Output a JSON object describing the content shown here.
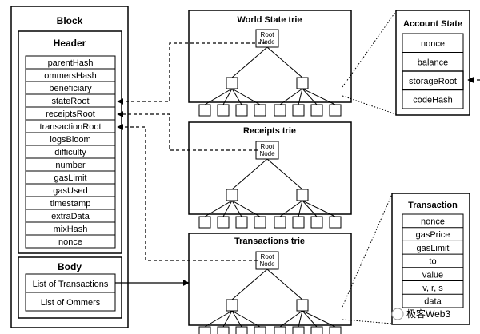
{
  "block": {
    "title": "Block",
    "header": {
      "title": "Header",
      "fields": [
        "parentHash",
        "ommersHash",
        "beneficiary",
        "stateRoot",
        "receiptsRoot",
        "transactionRoot",
        "logsBloom",
        "difficulty",
        "number",
        "gasLimit",
        "gasUsed",
        "timestamp",
        "extraData",
        "mixHash",
        "nonce"
      ]
    },
    "body": {
      "title": "Body",
      "items": [
        "List of Transactions",
        "List of Ommers"
      ]
    }
  },
  "tries": {
    "world_state": {
      "title": "World State trie",
      "root_line1": "Root",
      "root_line2": "Node"
    },
    "receipts": {
      "title": "Receipts trie",
      "root_line1": "Root",
      "root_line2": "Node"
    },
    "transactions": {
      "title": "Transactions trie",
      "root_line1": "Root",
      "root_line2": "Node"
    }
  },
  "account_state": {
    "title": "Account State",
    "fields": [
      "nonce",
      "balance",
      "storageRoot",
      "codeHash"
    ]
  },
  "transaction": {
    "title": "Transaction",
    "fields": [
      "nonce",
      "gasPrice",
      "gasLimit",
      "to",
      "value",
      "v, r, s",
      "data"
    ]
  },
  "watermark": "极客Web3"
}
